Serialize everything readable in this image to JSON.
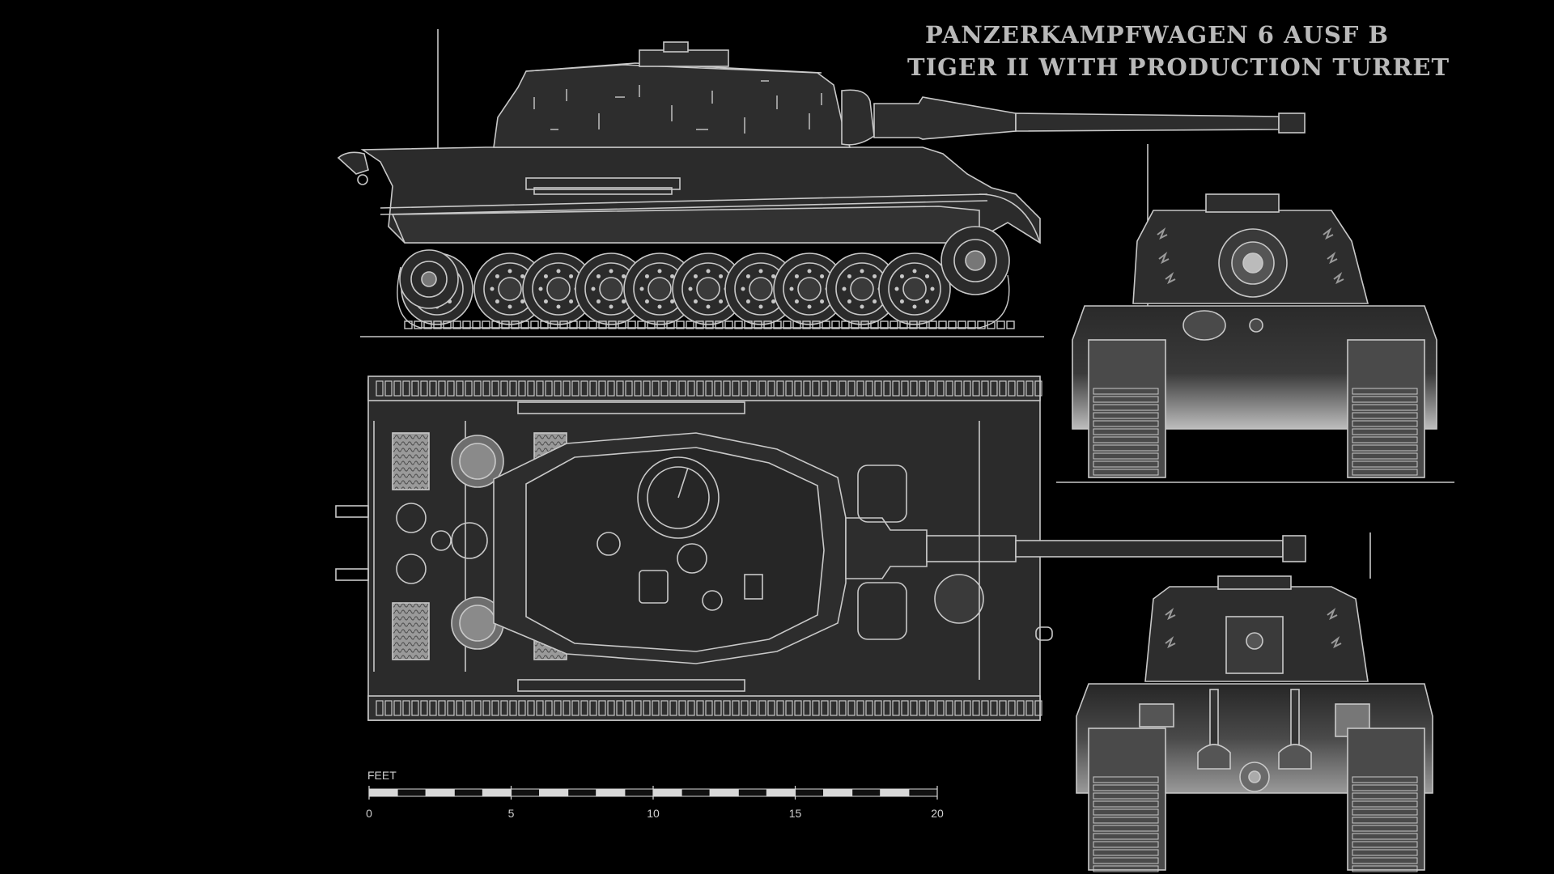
{
  "title": {
    "line1": "PANZERKAMPFWAGEN 6 AUSF B",
    "line2": "TIGER II WITH PRODUCTION TURRET"
  },
  "scale_bar": {
    "unit_label": "FEET",
    "ticks": [
      "0",
      "5",
      "10",
      "15",
      "20"
    ]
  },
  "colors": {
    "background": "#000000",
    "line": "#c8c8c8",
    "hull": "#2b2b2b",
    "hull_dark": "#1c1c1c",
    "camo": "#9a9a9a"
  }
}
